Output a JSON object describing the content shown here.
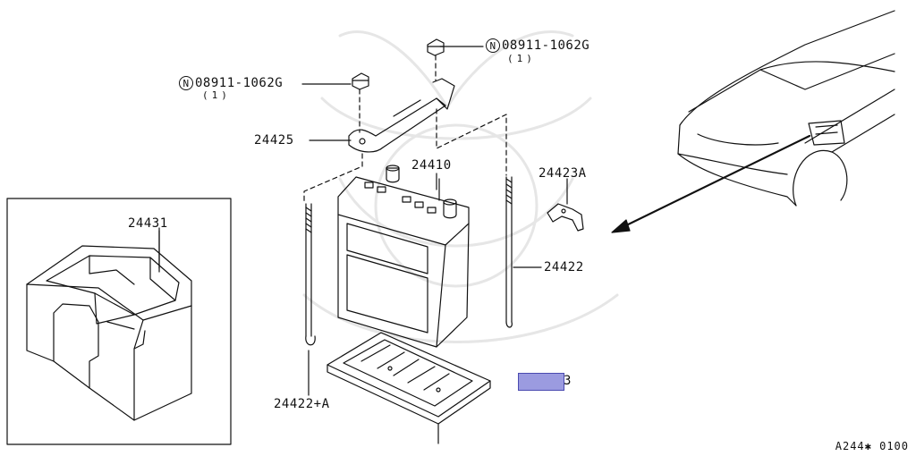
{
  "diagram": {
    "nut_mark": "N",
    "nut_upper": {
      "part": "08911-1062G",
      "qty": "(1)"
    },
    "nut_left": {
      "part": "08911-1062G",
      "qty": "(1)"
    },
    "labels": {
      "bracket": "24425",
      "battery": "24410",
      "clamp": "24423A",
      "rod_right": "24422",
      "rod_left": "24422+A",
      "cover": "24431",
      "tray_tail": "3"
    },
    "diagram_code": "A244✱ 0100"
  }
}
